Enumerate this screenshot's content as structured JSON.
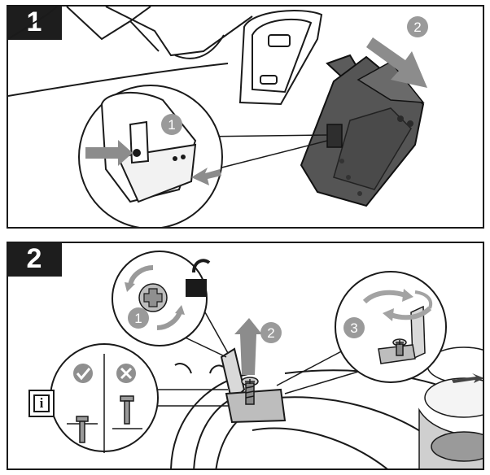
{
  "panels": [
    {
      "step": "1",
      "callouts": [
        "1",
        "2"
      ]
    },
    {
      "step": "2",
      "callouts": [
        "1",
        "2",
        "3"
      ],
      "info_icon": "i"
    }
  ],
  "icons": {
    "correct": "check-icon",
    "incorrect": "cross-icon",
    "unlock": "padlock-open-icon",
    "screw": "phillips-screw-icon",
    "rotate": "rotate-arrows-icon"
  },
  "colors": {
    "frame": "#1a1a1a",
    "badge": "#9a9a9a",
    "battery": "#555555",
    "arrow": "#8c8c8c"
  }
}
